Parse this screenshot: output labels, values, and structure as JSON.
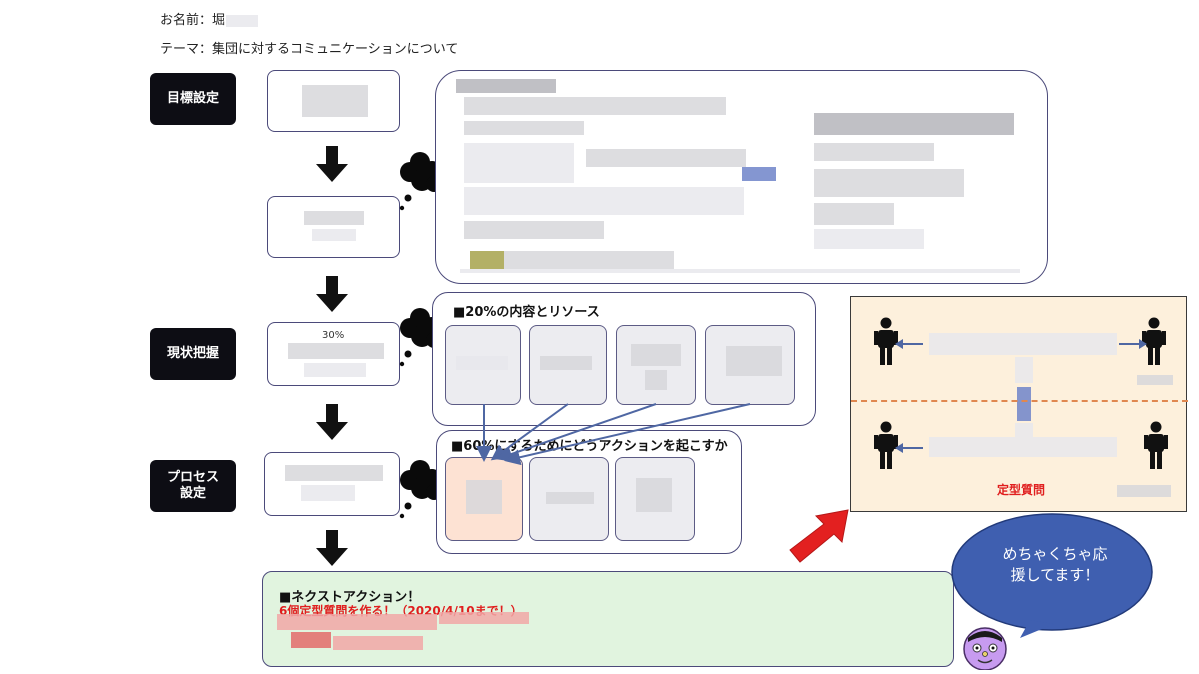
{
  "header": {
    "name_label": "お名前：",
    "name_value": "堀",
    "theme_label": "テーマ：集団に対するコミュニケーションについて"
  },
  "steps": [
    {
      "label": "目標設定"
    },
    {
      "label": "現状把握"
    },
    {
      "label": "プロセス\n設定"
    }
  ],
  "flow_visible_fragment": "30%",
  "resources_panel": {
    "title": "■20%の内容とリソース"
  },
  "actions_panel": {
    "title": "■60%にするためにどうアクションを起こすか"
  },
  "next_action": {
    "title": "■ネクストアクション！",
    "subtitle": "6個定型質問を作る！（2020/4/10まで！）"
  },
  "illustration": {
    "caption": "定型質問"
  },
  "speech_bubble": {
    "text": "めちゃくちゃ応\n援してます！"
  },
  "colors": {
    "step_label_bg": "#0d0d14",
    "panel_border": "#4b4a7a",
    "next_action_bg": "#e1f4df",
    "illustration_bg": "#fdf0dc",
    "speech_bubble_bg": "#3f5fb0",
    "arrow_red": "#e32020",
    "mascot_purple": "#c79bf0"
  }
}
